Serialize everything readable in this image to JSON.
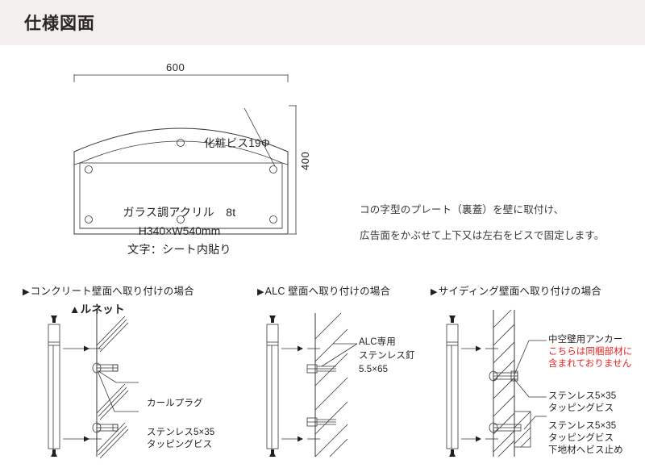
{
  "header": {
    "title": "仕様図面"
  },
  "main": {
    "dim_width": "600",
    "dim_height": "400",
    "screw_callout": "化粧ビス19Φ",
    "plate_spec": {
      "line1": "ガラス調アクリル　8t",
      "line2": "H340×W540mm",
      "line3": "文字：シート内貼り"
    },
    "caption": "▲ルネット",
    "note_line1": "コの字型のプレート（裏蓋）を壁に取付け、",
    "note_line2": "広告面をかぶせて上下又は左右をビスで固定します。"
  },
  "panels": [
    {
      "title": "コンクリート壁面へ取り付けの場合",
      "labels": [
        {
          "text": "カールプラグ"
        },
        {
          "text": "ステンレス5×35"
        },
        {
          "text": "タッピングビス"
        }
      ]
    },
    {
      "title": "ALC 壁面へ取り付けの場合",
      "labels": [
        {
          "text": "ALC専用"
        },
        {
          "text": "ステンレス釘"
        },
        {
          "text": "5.5×65"
        }
      ]
    },
    {
      "title": "サイディング壁面へ取り付けの場合",
      "labels": [
        {
          "text": "中空壁用アンカー"
        },
        {
          "text": "こちらは同梱部材に"
        },
        {
          "text": "含まれておりません"
        },
        {
          "text": "ステンレス5×35"
        },
        {
          "text": "タッピングビス"
        },
        {
          "text": "ステンレス5×35"
        },
        {
          "text": "タッピングビス"
        },
        {
          "text": "下地材へビス止め"
        }
      ]
    }
  ],
  "colors": {
    "header_bg": "#f3efee",
    "line": "#3a3535",
    "text": "#231f1f",
    "warning_red": "#e8211f"
  }
}
